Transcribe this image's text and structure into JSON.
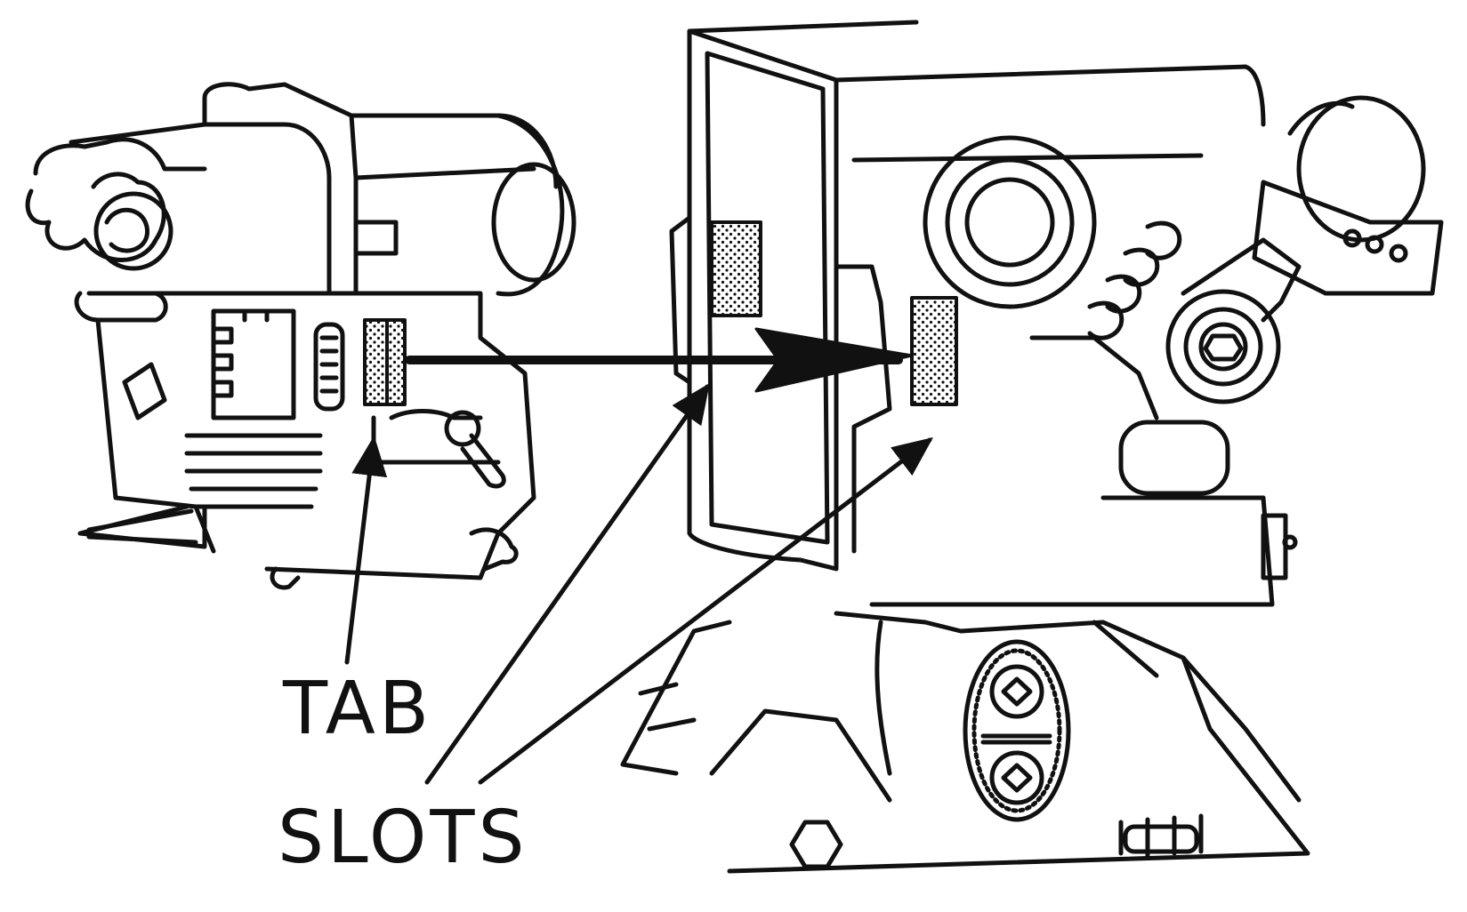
{
  "labels": {
    "tab": "TAB",
    "slots": "SLOTS"
  },
  "colors": {
    "ink": "#111111",
    "paper": "#ffffff"
  },
  "icons": {
    "arrow": "arrow-icon",
    "stipple": "stipple-pattern"
  }
}
